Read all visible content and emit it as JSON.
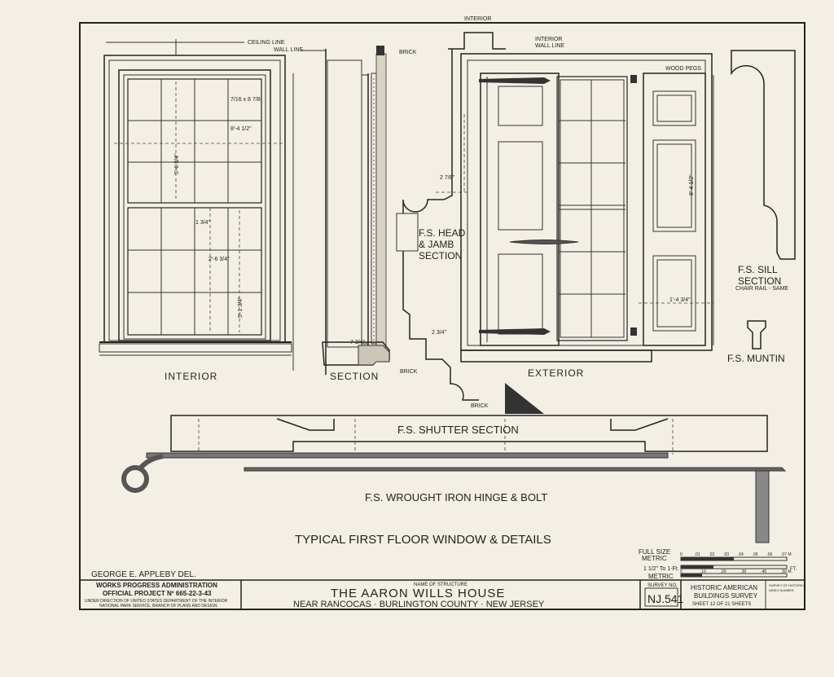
{
  "drawing": {
    "title": "TYPICAL FIRST FLOOR WINDOW & DETAILS",
    "delineator": "GEORGE E. APPLEBY DEL."
  },
  "views": {
    "interior": "INTERIOR",
    "section": "SECTION",
    "exterior": "EXTERIOR",
    "head_jamb": [
      "F.S. HEAD",
      "& JAMB",
      "SECTION"
    ],
    "sill": [
      "F.S. SILL",
      "SECTION"
    ],
    "sill_note": "CHAIR RAIL - SAME",
    "muntin": "F.S. MUNTIN",
    "shutter_section": "F.S. SHUTTER SECTION",
    "hinge_bolt": "F.S. WROUGHT IRON HINGE & BOLT"
  },
  "labels": {
    "ceiling_line": "CEILING LINE",
    "wall_line": "WALL LINE",
    "brick_top": "BRICK",
    "brick_bottom": "BRICK",
    "brick_lower": "BRICK",
    "interior_wall_line": [
      "INTERIOR",
      "WALL LINE"
    ],
    "wood_pegs": "WOOD PEGS"
  },
  "dimensions": {
    "d1": "7/16 x 8 7/8",
    "d2": "8'-4 1/2\"",
    "d3": "5'-8 3/4\"",
    "d4": "2'-6 3/4\"",
    "d5": "5'-1 3/4\"",
    "d6": "2 7/8\"",
    "d7": "2 3/4\"",
    "d8": "7 3/4\"",
    "d9": "1'-4 3/4\"",
    "d10": "1 3/4\""
  },
  "scales": {
    "full_size": [
      "FULL SIZE",
      "METRIC"
    ],
    "full_ticks": [
      "0",
      ".01",
      ".02",
      ".03",
      ".04",
      ".05",
      ".06",
      ".07 M."
    ],
    "inch_scale": "1 1/2\" To 1-Ft.",
    "ft_unit": "FT.",
    "metric": "METRIC",
    "metric_ticks": [
      "0",
      ".10",
      ".20",
      ".30",
      ".40",
      ".50 M."
    ]
  },
  "title_block": {
    "agency": "WORKS PROGRESS ADMINISTRATION",
    "project": "OFFICIAL PROJECT Nº 665-22-3-43",
    "direction": [
      "UNDER DIRECTION OF UNITED STATES DEPARTMENT OF THE INTERIOR",
      "NATIONAL PARK SERVICE, BRANCH OF PLANS AND DESIGN"
    ],
    "name_label": "NAME OF STRUCTURE",
    "structure_name": "THE AARON WILLS HOUSE",
    "location": "NEAR RANCOCAS · BURLINGTON COUNTY · NEW JERSEY",
    "survey_label": "SURVEY NO.",
    "survey_no": "NJ.541",
    "survey_name": [
      "HISTORIC AMERICAN",
      "BUILDINGS SURVEY"
    ],
    "sheet": "SHEET 12 OF 21 SHEETS",
    "index_note": [
      "SURVEY OF HISTORIC",
      "INDEX NUMBER"
    ]
  },
  "colors": {
    "paper": "#f3efe4",
    "ink": "#222222"
  }
}
